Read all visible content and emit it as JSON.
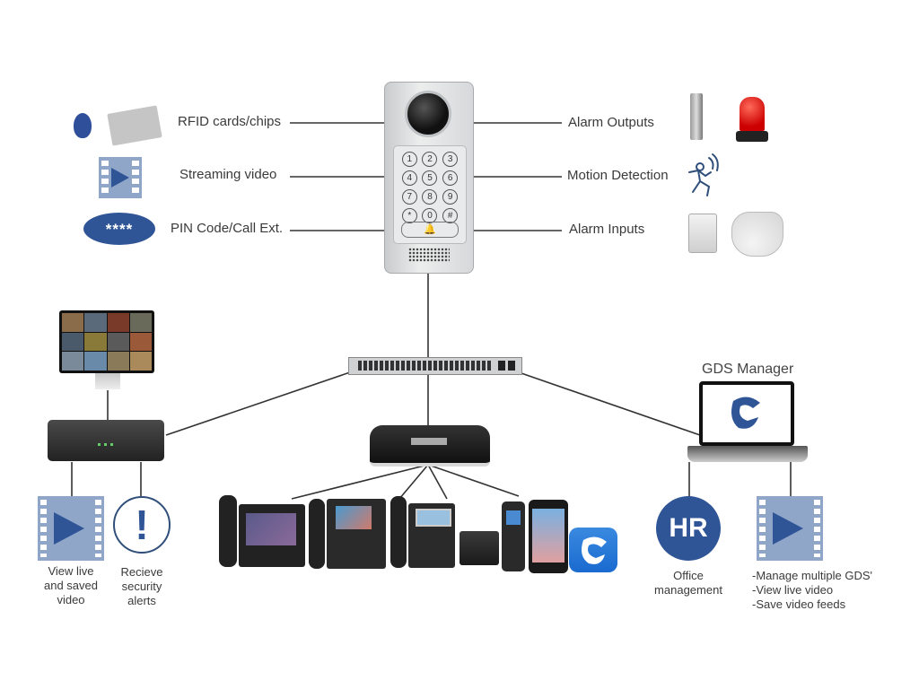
{
  "colors": {
    "accent_blue": "#2f5597",
    "film_blue": "#8fa6c9",
    "wire": "#333333",
    "text": "#3a3a3a"
  },
  "intercom": {
    "keypad_keys": [
      "1",
      "2",
      "3",
      "4",
      "5",
      "6",
      "7",
      "8",
      "9",
      "*",
      "0",
      "#"
    ],
    "call_icon": "bell-icon"
  },
  "left_features": [
    {
      "label": "RFID cards/chips",
      "icon": "rfid-card-icon"
    },
    {
      "label": "Streaming video",
      "icon": "video-play-icon"
    },
    {
      "label": "PIN Code/Call Ext.",
      "icon": "pin-code-icon",
      "badge": "****"
    }
  ],
  "right_features": [
    {
      "label": "Alarm Outputs",
      "icon": "alarm-siren-icon"
    },
    {
      "label": "Motion Detection",
      "icon": "motion-running-icon"
    },
    {
      "label": "Alarm Inputs",
      "icon": "motion-sensor-icon"
    }
  ],
  "nvr": {
    "captions": [
      {
        "text": [
          "View live",
          "and saved",
          "video"
        ],
        "icon": "video-play-icon"
      },
      {
        "text": [
          "Recieve",
          "security",
          "alerts"
        ],
        "icon": "alert-icon"
      }
    ]
  },
  "gds_manager": {
    "title": "GDS Manager",
    "hr_badge": "HR",
    "captions": [
      {
        "text": [
          "Office",
          "management"
        ]
      },
      {
        "text": [
          "-Manage multiple GDS'",
          "-View live video",
          "-Save video feeds"
        ]
      }
    ]
  }
}
